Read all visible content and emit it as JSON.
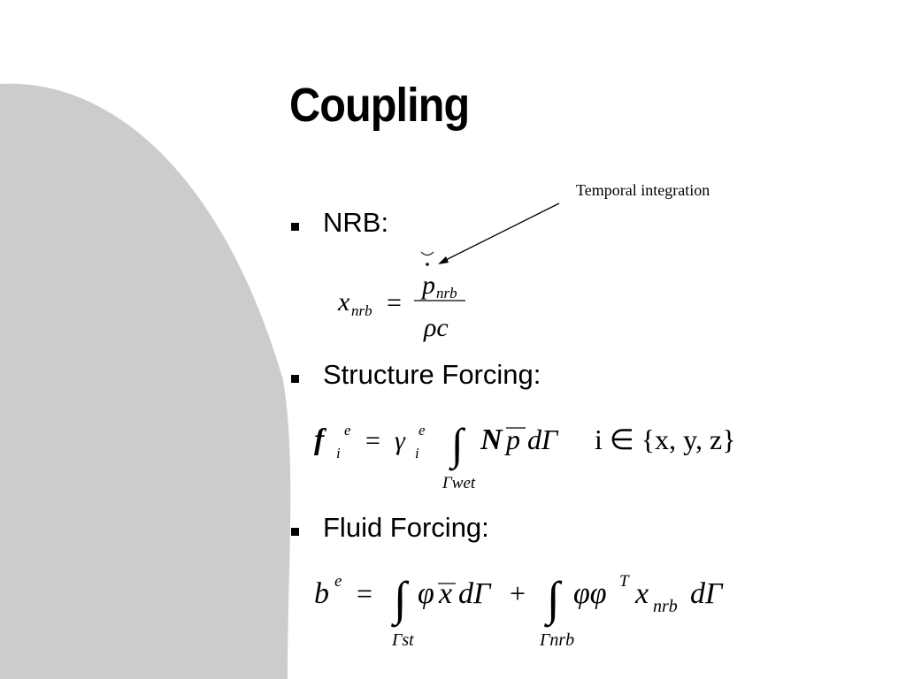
{
  "slide": {
    "title": "Coupling",
    "annotation": "Temporal integration",
    "bullets": [
      {
        "label": "NRB:"
      },
      {
        "label": "Structure Forcing:"
      },
      {
        "label": "Fluid Forcing:"
      }
    ],
    "equations": {
      "nrb": {
        "lhs_var": "x",
        "lhs_sub": "nrb",
        "equals": "=",
        "num_var": "p",
        "num_sub": "nrb",
        "den": "ρc"
      },
      "structure": {
        "f": "f",
        "f_sup": "e",
        "f_sub": "i",
        "equals": "=",
        "gamma": "γ",
        "g_sup": "e",
        "g_sub": "i",
        "integral": "∫",
        "integrand_bold": "N",
        "integrand_p": "p",
        "integrand_rest": "dΓ",
        "int_limit": "Γwet",
        "set_text": "i ∈ {x, y, z}"
      },
      "fluid": {
        "lhs": "b",
        "lhs_sup": "e",
        "equals": "=",
        "integral": "∫",
        "term1_phi": "φ",
        "term1_x": "x",
        "term1_rest": "dΓ",
        "limit1": "Γst",
        "plus": "+",
        "term2_phi": "φφ",
        "term2_sup": "T",
        "term2_x": "x",
        "term2_sub": "nrb",
        "term2_rest": "dΓ",
        "limit2": "Γnrb"
      }
    }
  },
  "colors": {
    "background": "#ffffff",
    "decoration": "#cccccc",
    "text": "#000000"
  }
}
